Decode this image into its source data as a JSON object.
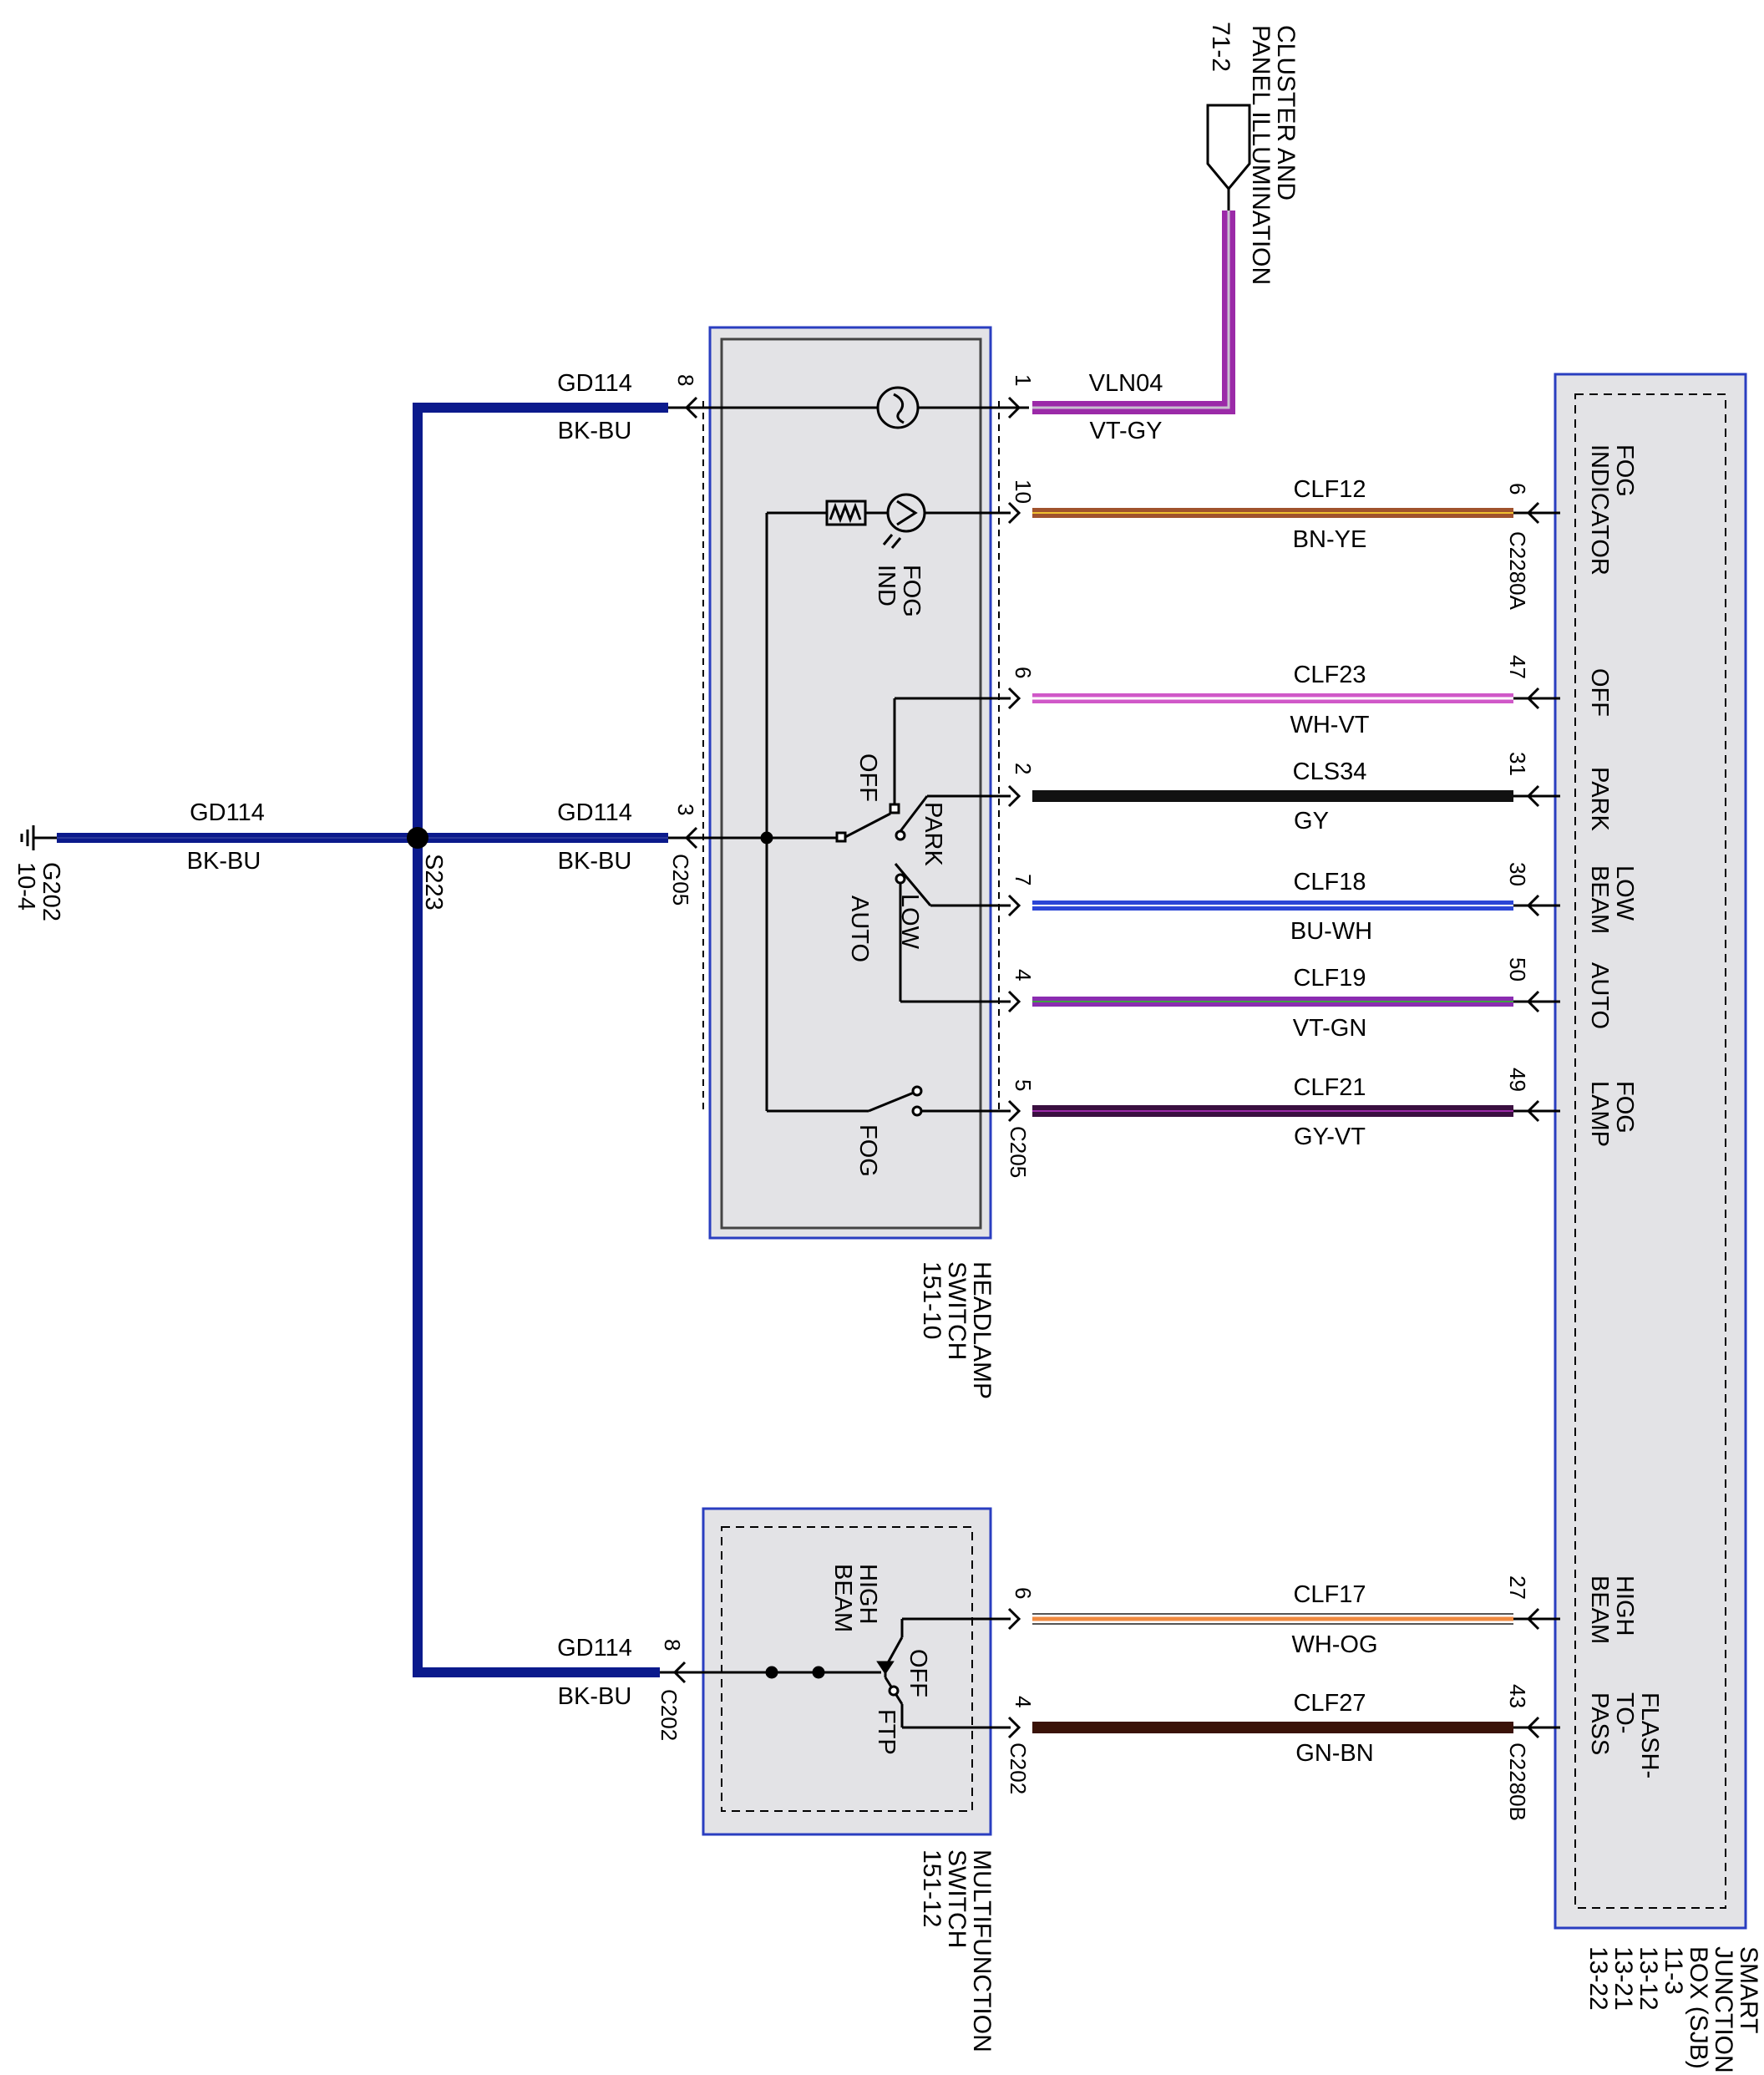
{
  "colors": {
    "bk_bu": "#0b1a8c",
    "vt_gy": "#9b2aa8",
    "bn_ye": "#a0522d",
    "wh_vt": "#d058c8",
    "gy": "#111111",
    "bu_wh": "#2b45d6",
    "vt_gn": "#8a2cb0",
    "gy_vt": "#3a0f40",
    "wh_og": "#f08a40",
    "gn_bn": "#3a1208",
    "module_fill": "#e3e3e6",
    "module_border": "#2a3ec0"
  },
  "ground": {
    "id": "G202",
    "ref": "10-4"
  },
  "splice": {
    "id": "S223"
  },
  "cluster": {
    "line1": "CLUSTER AND",
    "line2": "PANEL ILLUMINATION",
    "ref": "71-2"
  },
  "headlamp_switch": {
    "name1": "HEADLAMP",
    "name2": "SWITCH",
    "ref": "151-10",
    "fog_ind_1": "FOG",
    "fog_ind_2": "IND",
    "pos_off": "OFF",
    "pos_park": "PARK",
    "pos_low": "LOW",
    "pos_auto": "AUTO",
    "pos_fog": "FOG"
  },
  "multifunction_switch": {
    "name1": "MULTIFUNCTION",
    "name2": "SWITCH",
    "ref": "151-12",
    "high_beam_1": "HIGH",
    "high_beam_2": "BEAM",
    "off": "OFF",
    "ftp": "FTP"
  },
  "sjb": {
    "name1": "SMART",
    "name2": "JUNCTION",
    "name3": "BOX (SJB)",
    "refs": [
      "11-3",
      "13-12",
      "13-21",
      "13-22"
    ],
    "fog_indicator_1": "FOG",
    "fog_indicator_2": "INDICATOR",
    "off": "OFF",
    "park": "PARK",
    "low_beam_1": "LOW",
    "low_beam_2": "BEAM",
    "auto": "AUTO",
    "fog_lamp_1": "FOG",
    "fog_lamp_2": "LAMP",
    "high_beam_1": "HIGH",
    "high_beam_2": "BEAM",
    "ftp_1": "FLASH-",
    "ftp_2": "TO-",
    "ftp_3": "PASS"
  },
  "connectors": {
    "c205": "C205",
    "c202": "C202",
    "c2280a": "C2280A",
    "c2280b": "C2280B"
  },
  "wires": {
    "g202": {
      "circuit": "GD114",
      "color": "BK-BU"
    },
    "hs_top": {
      "circuit": "GD114",
      "color": "BK-BU",
      "pin": "8"
    },
    "hs_mid": {
      "circuit": "GD114",
      "color": "BK-BU",
      "pin": "3"
    },
    "mf": {
      "circuit": "GD114",
      "color": "BK-BU",
      "pin": "8"
    },
    "vln04": {
      "circuit": "VLN04",
      "color": "VT-GY",
      "pin": "1"
    },
    "clf12": {
      "circuit": "CLF12",
      "color": "BN-YE",
      "pin_a": "10",
      "pin_b": "6"
    },
    "clf23": {
      "circuit": "CLF23",
      "color": "WH-VT",
      "pin_a": "6",
      "pin_b": "47"
    },
    "cls34": {
      "circuit": "CLS34",
      "color": "GY",
      "pin_a": "2",
      "pin_b": "31"
    },
    "clf18": {
      "circuit": "CLF18",
      "color": "BU-WH",
      "pin_a": "7",
      "pin_b": "30"
    },
    "clf19": {
      "circuit": "CLF19",
      "color": "VT-GN",
      "pin_a": "4",
      "pin_b": "50"
    },
    "clf21": {
      "circuit": "CLF21",
      "color": "GY-VT",
      "pin_a": "5",
      "pin_b": "49"
    },
    "clf17": {
      "circuit": "CLF17",
      "color": "WH-OG",
      "pin_a": "6",
      "pin_b": "27"
    },
    "clf27": {
      "circuit": "CLF27",
      "color": "GN-BN",
      "pin_a": "4",
      "pin_b": "43"
    }
  }
}
